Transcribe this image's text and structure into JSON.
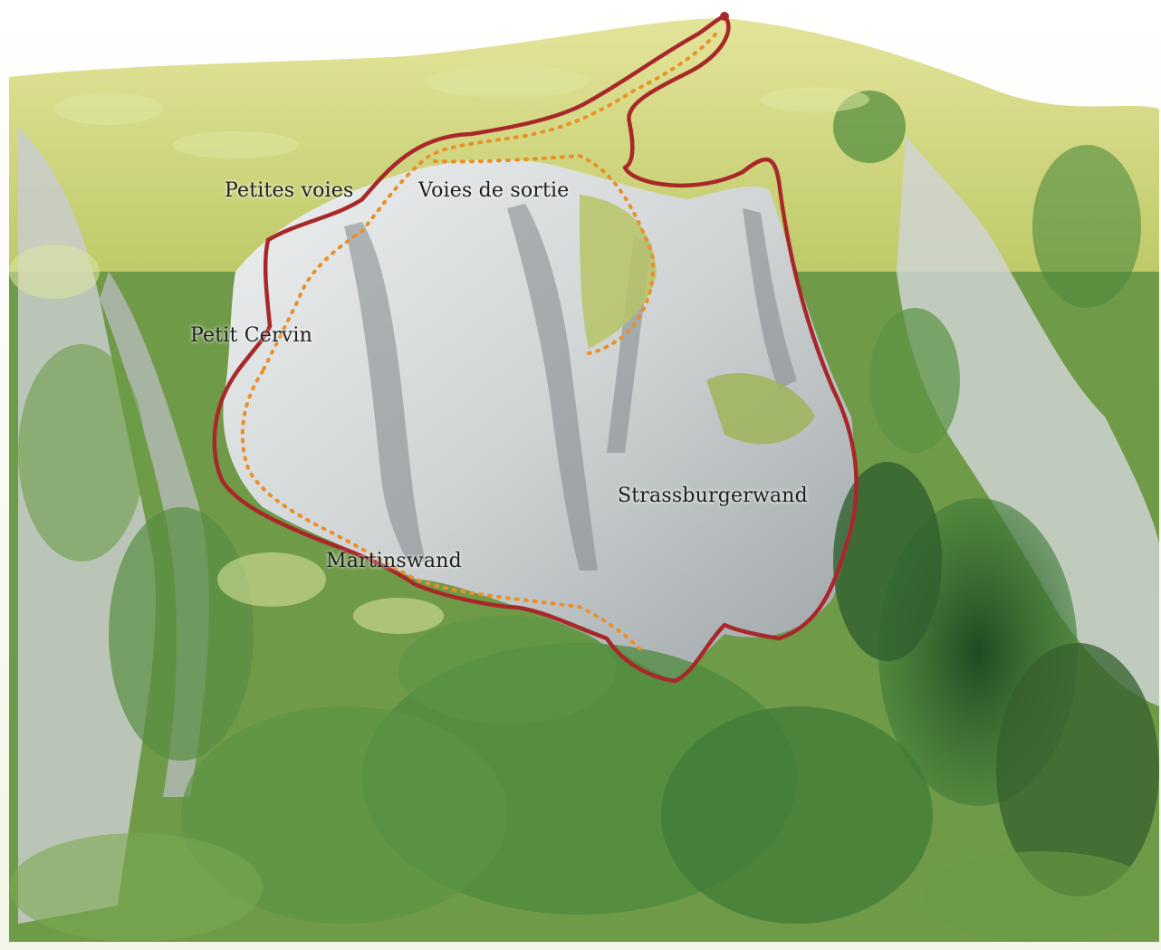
{
  "map": {
    "labels": {
      "petites_voies": "Petites voies",
      "voies_de_sortie": "Voies de sortie",
      "petit_cervin": "Petit Cervin",
      "martinswand": "Martinswand",
      "strassburgerwand": "Strassburgerwand"
    },
    "styles": {
      "outline_color": "#a8282a",
      "route_dots_color": "#e8902a",
      "rock_color": "#d9dcdc",
      "forest_color": "#3f7a35",
      "meadow_color": "#c6cf6a"
    }
  }
}
